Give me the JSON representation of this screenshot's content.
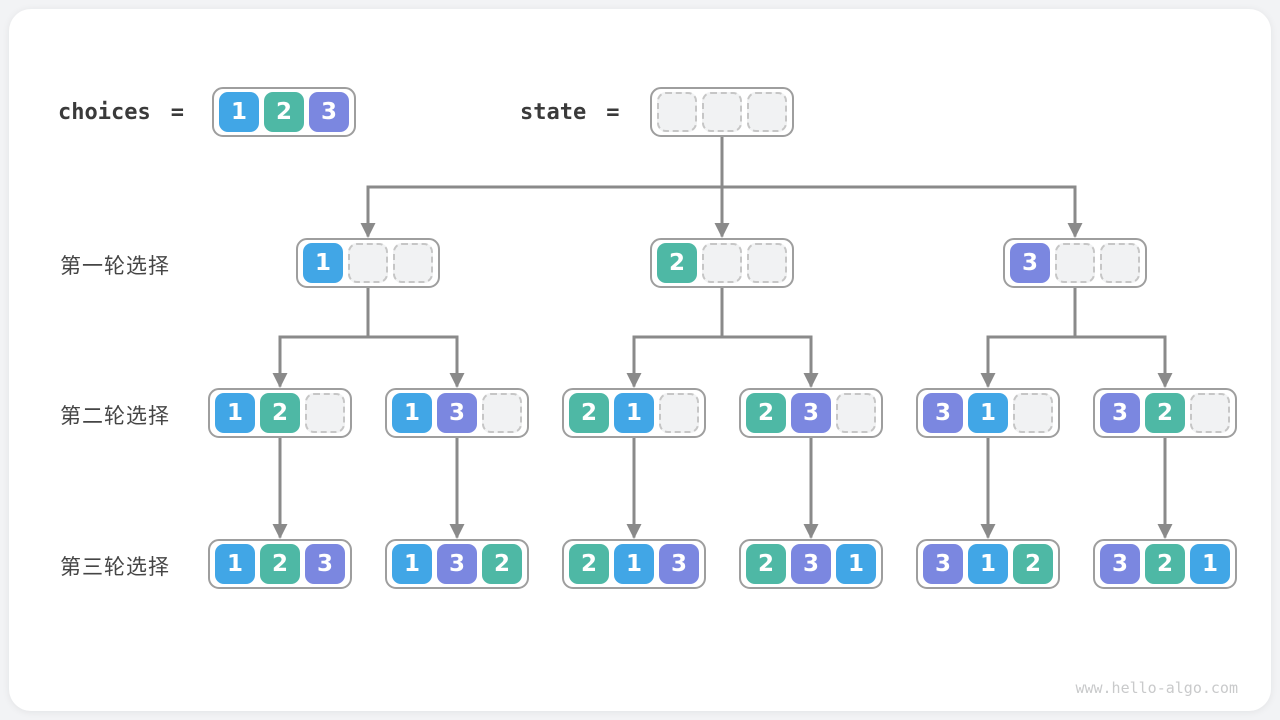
{
  "header": {
    "choices_label": "choices",
    "equals_sign": "=",
    "choices_values": [
      "1",
      "2",
      "3"
    ],
    "state_label": "state",
    "state_values": [
      "",
      "",
      ""
    ]
  },
  "rows": [
    {
      "label": "第一轮选择",
      "nodes": [
        [
          "1",
          "",
          ""
        ],
        [
          "2",
          "",
          ""
        ],
        [
          "3",
          "",
          ""
        ]
      ]
    },
    {
      "label": "第二轮选择",
      "nodes": [
        [
          "1",
          "2",
          ""
        ],
        [
          "1",
          "3",
          ""
        ],
        [
          "2",
          "1",
          ""
        ],
        [
          "2",
          "3",
          ""
        ],
        [
          "3",
          "1",
          ""
        ],
        [
          "3",
          "2",
          ""
        ]
      ]
    },
    {
      "label": "第三轮选择",
      "nodes": [
        [
          "1",
          "2",
          "3"
        ],
        [
          "1",
          "3",
          "2"
        ],
        [
          "2",
          "1",
          "3"
        ],
        [
          "2",
          "3",
          "1"
        ],
        [
          "3",
          "1",
          "2"
        ],
        [
          "3",
          "2",
          "1"
        ]
      ]
    }
  ],
  "value_colors": {
    "1": "#41a6e6",
    "2": "#4eb8a5",
    "3": "#7b87e0"
  },
  "style_colors": {
    "connector": "#8a8a8a",
    "container_border": "#9e9e9e",
    "empty_cell_fill": "#f1f2f3",
    "empty_cell_border": "#c6c6c6",
    "text_dark": "#3a3a3a",
    "label_gray": "#454545",
    "watermark_gray": "#c9cacb",
    "card_bg": "#ffffff",
    "page_bg": "#f2f3f5"
  },
  "watermark": "www.hello-algo.com"
}
